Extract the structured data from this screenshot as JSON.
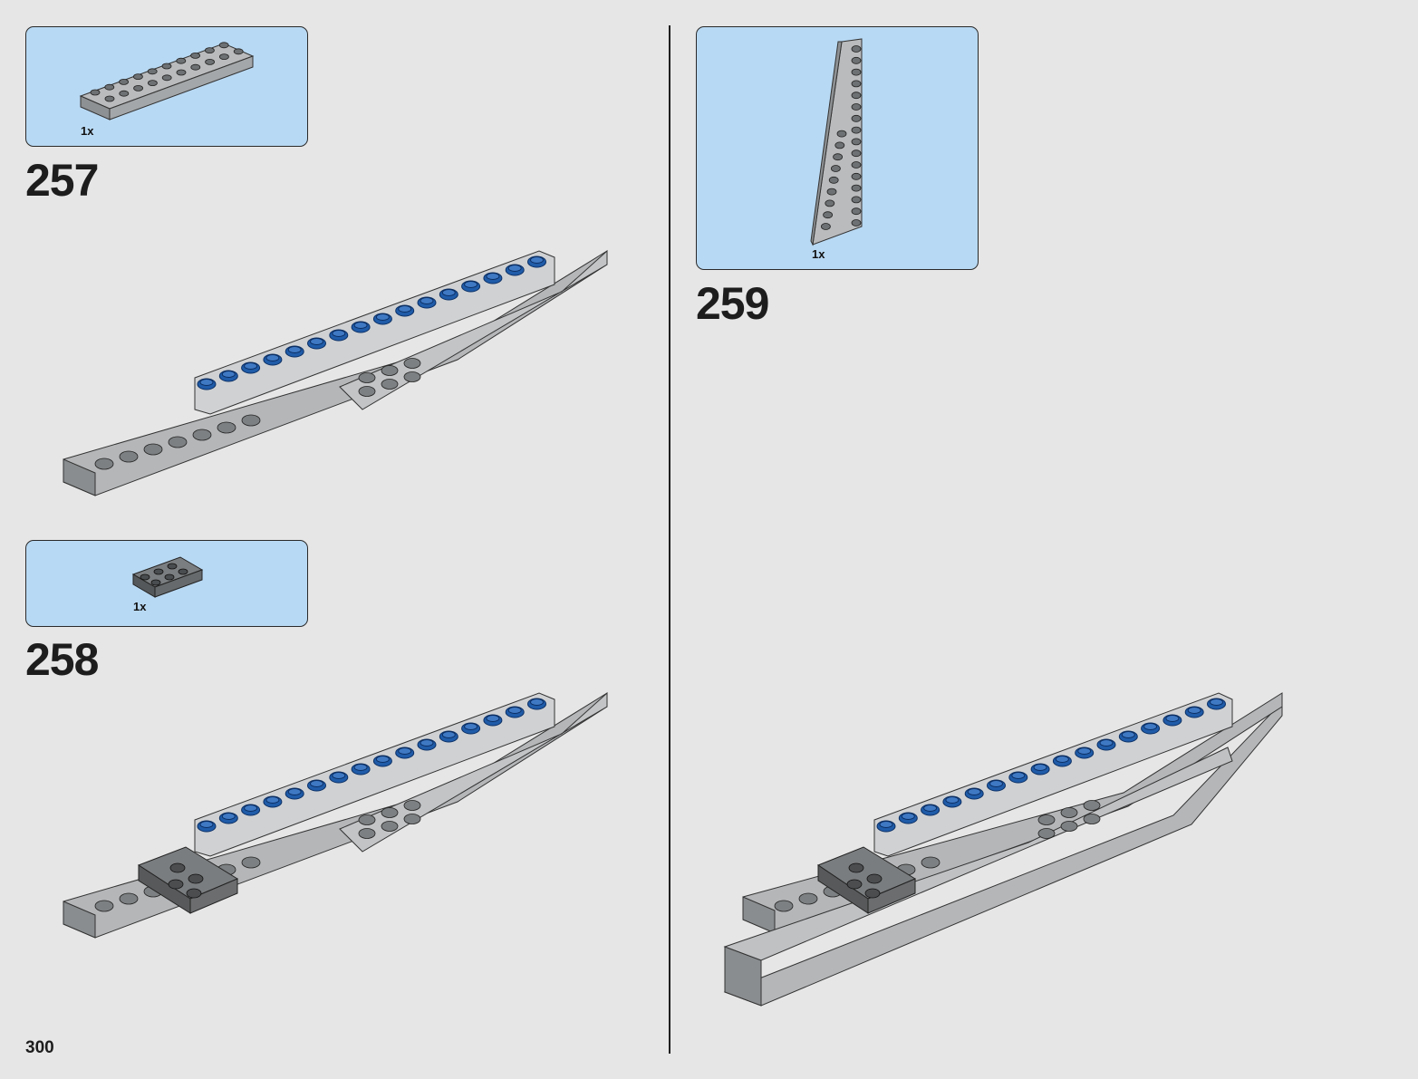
{
  "page": {
    "number": "300"
  },
  "steps": [
    {
      "number": "257",
      "parts": [
        {
          "qty": "1x",
          "name": "plate-2x10-icon",
          "color": "#a0a3a5"
        }
      ]
    },
    {
      "number": "258",
      "parts": [
        {
          "qty": "1x",
          "name": "plate-2x3-icon",
          "color": "#6b6e70"
        }
      ]
    },
    {
      "number": "259",
      "parts": [
        {
          "qty": "1x",
          "name": "wedge-plate-icon",
          "color": "#a0a3a5"
        }
      ]
    }
  ],
  "colors": {
    "parts_box": "#b8d9f3",
    "light_gray": "#a0a3a5",
    "dark_gray": "#6b6e70",
    "blue_stud": "#1f5ba8",
    "background": "#e6e6e6"
  }
}
